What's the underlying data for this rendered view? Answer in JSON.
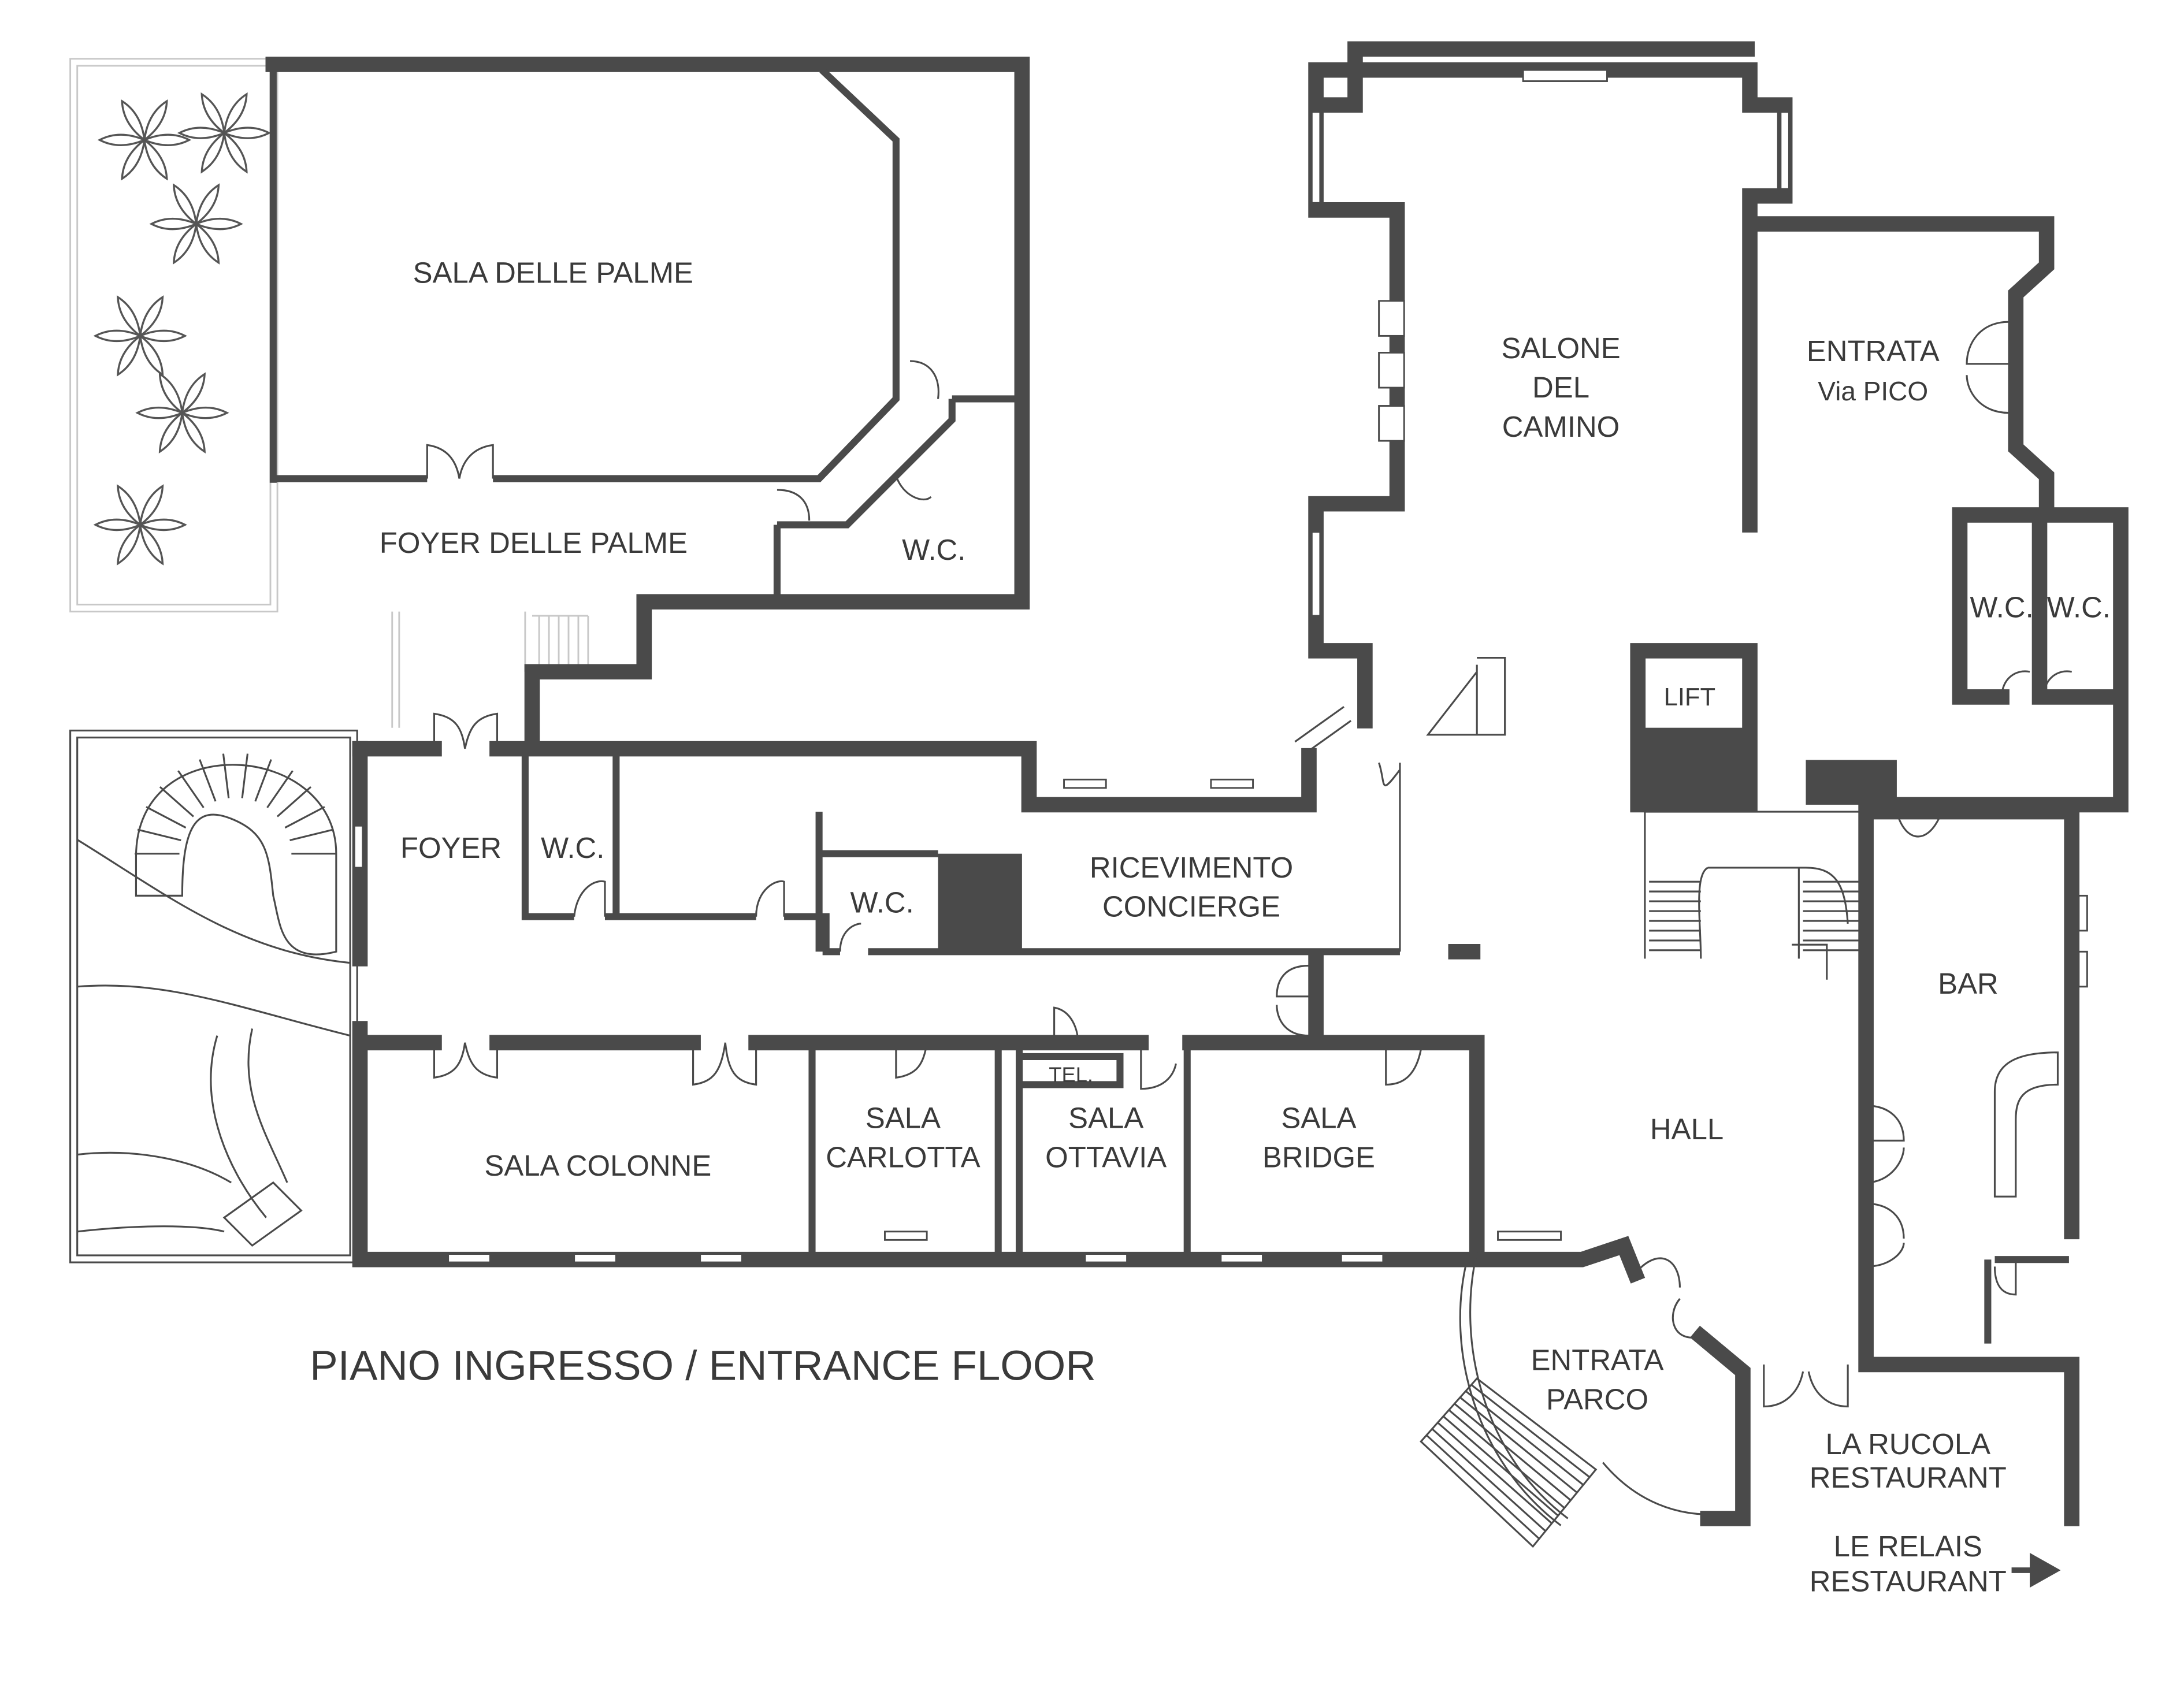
{
  "title": "PIANO INGRESSO / ENTRANCE FLOOR",
  "colors": {
    "wall": "#4a4a4a",
    "text": "#3a3a3a",
    "background": "#ffffff"
  },
  "rooms": {
    "sala_delle_palme": "SALA DELLE PALME",
    "foyer_delle_palme": "FOYER DELLE PALME",
    "wc_palme": "W.C.",
    "salone": [
      "SALONE",
      "DEL",
      "CAMINO"
    ],
    "entrata_pico": [
      "ENTRATA",
      "Via PICO"
    ],
    "wc_pico_1": "W.C.",
    "wc_pico_2": "W.C.",
    "lift": "LIFT",
    "foyer": "FOYER",
    "wc_foyer": "W.C.",
    "wc_corridor": "W.C.",
    "ricevimento": [
      "RICEVIMENTO",
      "CONCIERGE"
    ],
    "bar": "BAR",
    "hall": "HALL",
    "sala_colonne": "SALA COLONNE",
    "sala_carlotta": [
      "SALA",
      "CARLOTTA"
    ],
    "tel": "TEL.",
    "sala_ottavia": [
      "SALA",
      "OTTAVIA"
    ],
    "sala_bridge": [
      "SALA",
      "BRIDGE"
    ],
    "entrata_parco": [
      "ENTRATA",
      "PARCO"
    ],
    "la_rucola": [
      "LA RUCOLA",
      "RESTAURANT"
    ],
    "le_relais": [
      "LE RELAIS",
      "RESTAURANT"
    ]
  },
  "icons": {
    "le_relais_direction": "arrow-right-icon"
  }
}
